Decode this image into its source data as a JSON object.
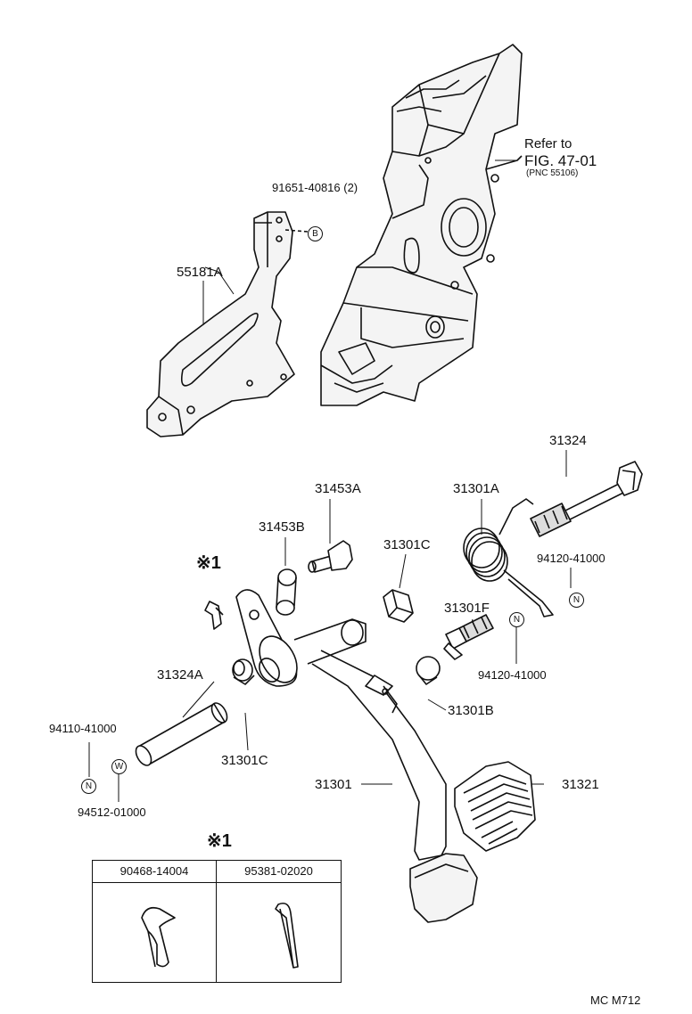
{
  "labels": {
    "refer": "Refer to",
    "fig": "FIG. 47-01",
    "pnc": "(PNC 55106)",
    "bolt_b": "91651-40816 (2)",
    "bracket": "55181A",
    "bolt_long": "31324",
    "spring": "31301A",
    "bolt_pin": "31453A",
    "collar": "31453B",
    "bushing_c_top": "31301C",
    "nut_top": "94120-41000",
    "stopper_bolt": "31301F",
    "nut_mid": "94120-41000",
    "cushion": "31301B",
    "clip_mark": "※1",
    "pin_shaft": "31324A",
    "bushing_c_bottom": "31301C",
    "nut_bottom": "94110-41000",
    "washer": "94512-01000",
    "pedal": "31301",
    "pad": "31321",
    "table_mark": "※1",
    "footer": "MC  M712"
  },
  "symbols": {
    "b": "B",
    "n": "N",
    "w": "W"
  },
  "kit_table": {
    "col1": "90468-14004",
    "col2": "95381-02020"
  }
}
